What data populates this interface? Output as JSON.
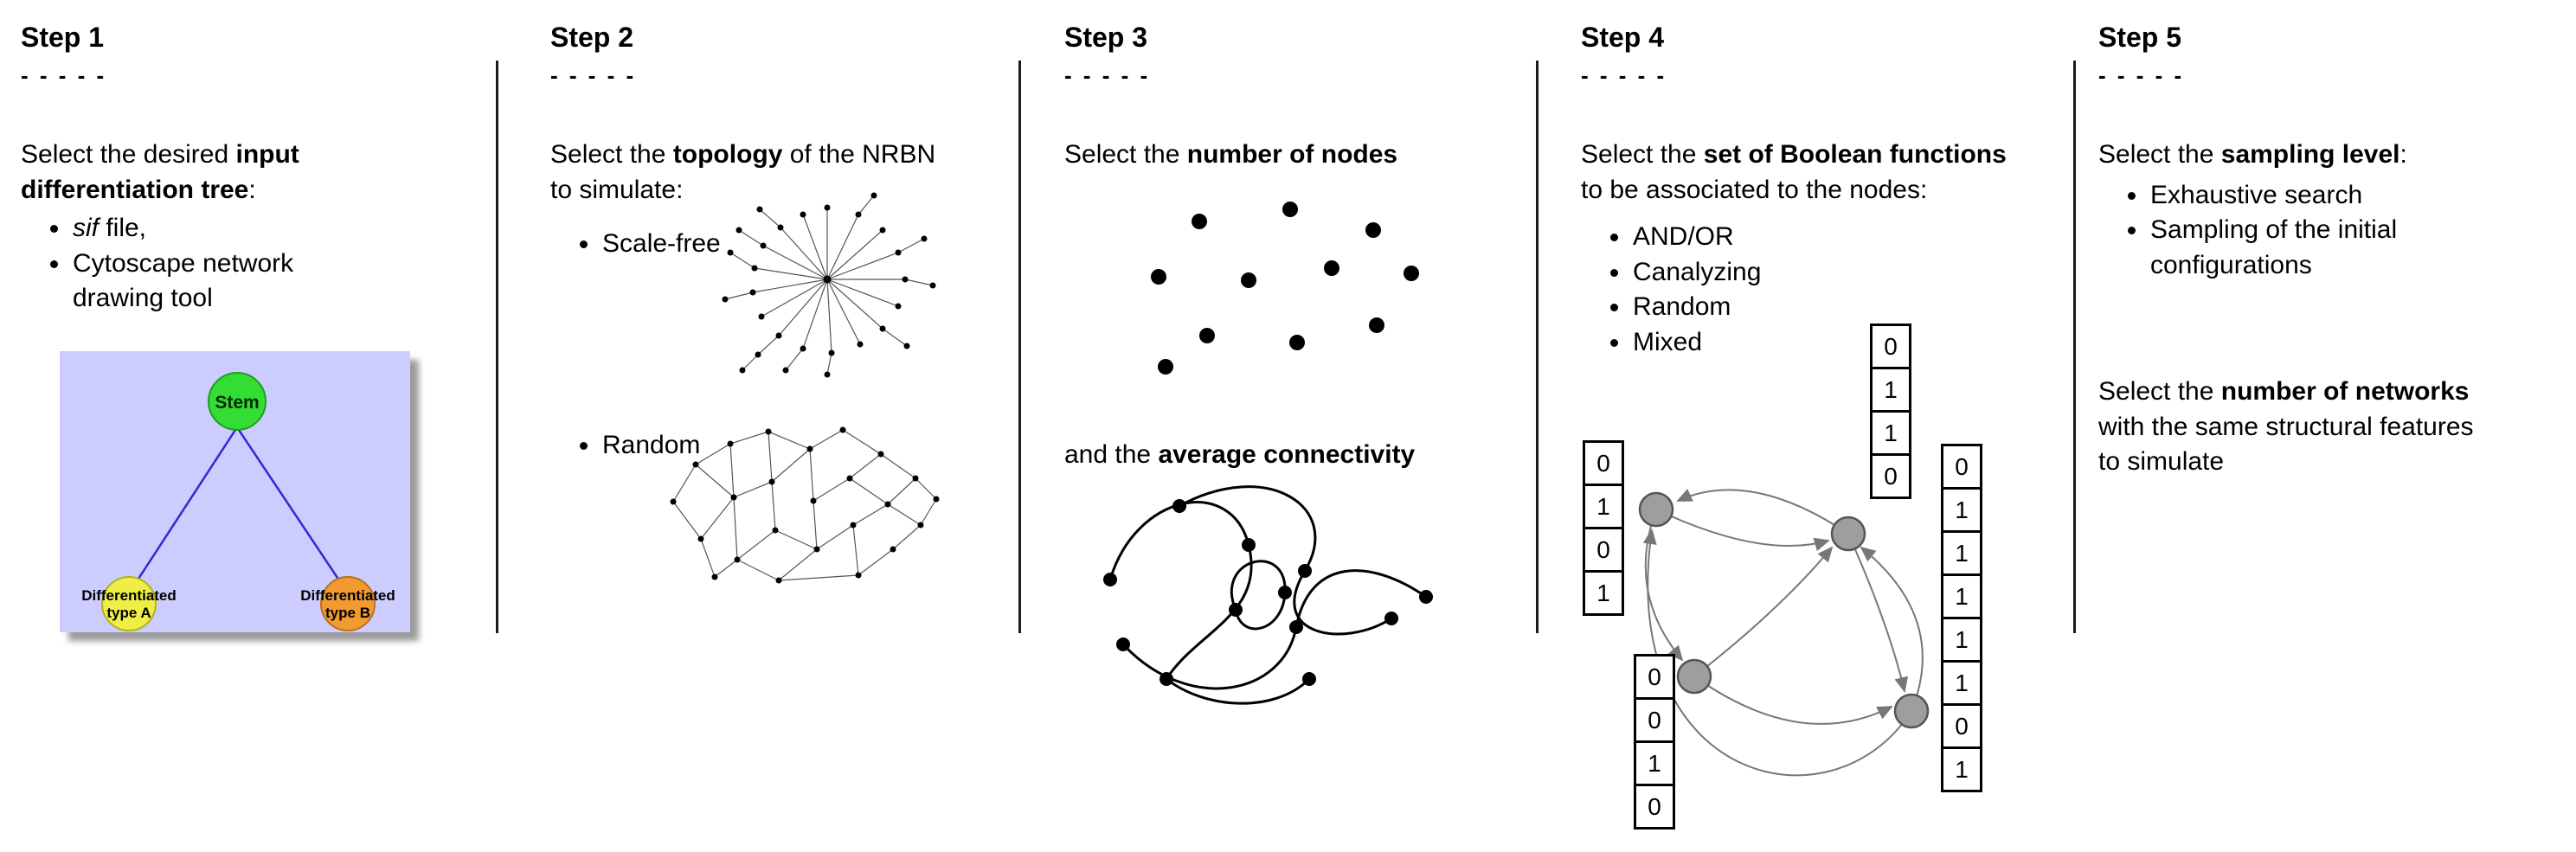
{
  "steps": {
    "step1": {
      "title": "Step 1",
      "dashes": "- - - - -",
      "para": {
        "pre": "Select the desired ",
        "bold": "input differentiation tree",
        "post": ":"
      },
      "bullet1": {
        "italic": "sif",
        "rest": " file,"
      },
      "bullet2": "Cytoscape network drawing tool",
      "tree": {
        "stem": "Stem",
        "left_line1": "Differentiated",
        "left_line2": "type A",
        "right_line1": "Differentiated",
        "right_line2": "type B",
        "colors": {
          "panel": "#ccccff",
          "stem": "#33dd33",
          "type_a": "#eeee44",
          "type_b": "#f09a30",
          "edge": "#2b2bd0"
        }
      }
    },
    "step2": {
      "title": "Step 2",
      "dashes": "- - - - -",
      "para": {
        "pre": "Select the ",
        "bold": "topology",
        "post": " of the NRBN to simulate:"
      },
      "bullet1": "Scale-free",
      "bullet2": "Random"
    },
    "step3": {
      "title": "Step 3",
      "dashes": "- - - - -",
      "para1": {
        "pre": "Select the ",
        "bold": "number of nodes",
        "post": ""
      },
      "para2": {
        "pre": "and the ",
        "bold": "average connectivity",
        "post": ""
      }
    },
    "step4": {
      "title": "Step 4",
      "dashes": "- - - - -",
      "para": {
        "pre": "Select the ",
        "bold": "set of Boolean functions",
        "post": " to be associated to the nodes:"
      },
      "bullets": [
        "AND/OR",
        "Canalyzing",
        "Random",
        "Mixed"
      ],
      "truth_tables": {
        "left": [
          "0",
          "1",
          "0",
          "1"
        ],
        "top": [
          "0",
          "1",
          "1",
          "0"
        ],
        "bottom_left": [
          "0",
          "0",
          "1",
          "0"
        ],
        "right": [
          "0",
          "1",
          "1",
          "1",
          "1",
          "1",
          "0",
          "1"
        ]
      },
      "colors": {
        "node_fill": "#9e9e9e",
        "arrow": "#777777"
      }
    },
    "step5": {
      "title": "Step 5",
      "dashes": "- - - - -",
      "para1": {
        "pre": "Select the ",
        "bold": "sampling level",
        "post": ":"
      },
      "bullet1": "Exhaustive search",
      "bullet2": "Sampling of the initial configurations",
      "para2": {
        "pre": "Select the ",
        "bold": "number of networks",
        "post": " with the same structural features to simulate"
      }
    }
  }
}
